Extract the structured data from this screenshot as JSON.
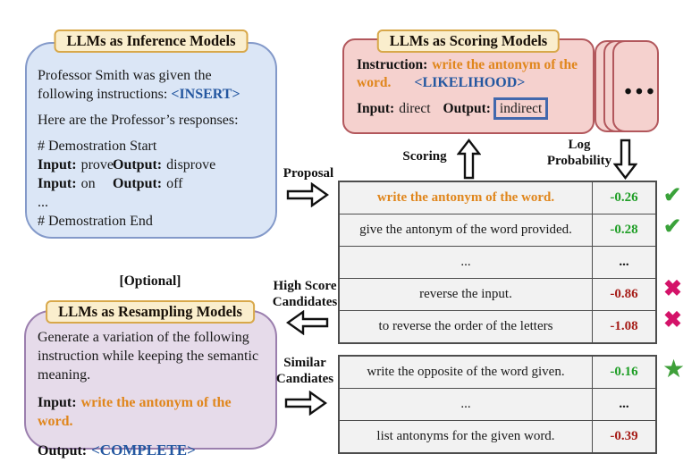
{
  "palette": {
    "blue_box_fill": "#dbe6f6",
    "blue_box_border": "#8399c9",
    "pink_box_fill": "#f5d1ce",
    "pink_box_border": "#b2575c",
    "purple_box_fill": "#e6dbea",
    "purple_box_border": "#9b7fae",
    "header_fill": "#faeecd",
    "header_border": "#d8a84a",
    "table_fill": "#f2f2f2",
    "table_border": "#4d4d4d",
    "orange_text": "#e0861c",
    "blue_token_text": "#2457a0",
    "green_score": "#1f9e26",
    "red_score": "#a61d18",
    "check_green": "#3aa23a",
    "cross_crimson": "#d41369",
    "star_green": "#3fa03a"
  },
  "inference": {
    "header": "LLMs as Inference Models",
    "prompt_line": "Professor Smith was given the\nfollowing instructions:",
    "insert_token": "<INSERT>",
    "responses_line": "Here are the Professor’s responses:",
    "demo_start": "# Demostration Start",
    "demo_rows": [
      {
        "in_label": "Input:",
        "in_val": "prove",
        "out_label": "Output:",
        "out_val": "disprove"
      },
      {
        "in_label": "Input:",
        "in_val": "on",
        "out_label": "Output:",
        "out_val": "off"
      }
    ],
    "ellipsis": "...",
    "demo_end": "# Demostration End"
  },
  "scoring": {
    "header": "LLMs as Scoring Models",
    "instruction_label": "Instruction:",
    "instruction_text": "write the antonym of the\nword.",
    "likelihood_token": "<LIKELIHOOD>",
    "input_label": "Input:",
    "input_val": "direct",
    "output_label": "Output:",
    "output_boxed": "indirect",
    "stack_dots": "•••"
  },
  "resampling": {
    "optional": "[Optional]",
    "header": "LLMs as Resampling Models",
    "body": "Generate a variation of the following\ninstruction while keeping the semantic\nmeaning.",
    "input_label": "Input:",
    "input_text": "write the antonym of the word.",
    "output_label": "Output:",
    "complete_token": "<COMPLETE>"
  },
  "flow": {
    "proposal": "Proposal",
    "scoring": "Scoring",
    "log_probability": "Log Probability",
    "high_score": "High Score Candidates",
    "similar": "Similar Candiates"
  },
  "score_table": {
    "rows": [
      {
        "text": "write the antonym of the word.",
        "score": "-0.26"
      },
      {
        "text": "give the antonym of the word provided.",
        "score": "-0.28"
      },
      {
        "text": "...",
        "score": "..."
      },
      {
        "text": "reverse the input.",
        "score": "-0.86"
      },
      {
        "text": "to reverse the order of the letters",
        "score": "-1.08"
      }
    ]
  },
  "similar_table": {
    "rows": [
      {
        "text": "write the opposite of the word given.",
        "score": "-0.16"
      },
      {
        "text": "...",
        "score": "..."
      },
      {
        "text": "list antonyms for the given word.",
        "score": "-0.39"
      }
    ]
  },
  "marks": {
    "check": "✔",
    "cross": "✖",
    "star": "★"
  }
}
